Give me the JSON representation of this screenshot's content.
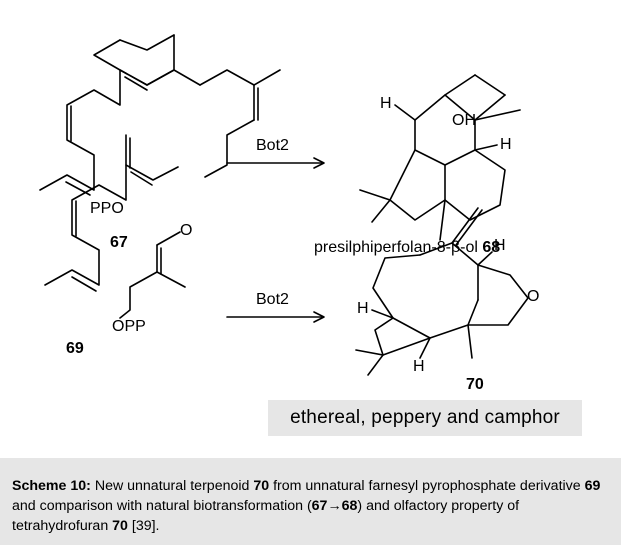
{
  "scheme": {
    "reaction1": {
      "substrate_number": "67",
      "substrate_group": "PPO",
      "enzyme": "Bot2",
      "product_name": "presilphiperfolan-8-β-ol",
      "product_number": "68",
      "product_atoms": {
        "h_left": "H",
        "oh": "OH",
        "h_right": "H"
      }
    },
    "reaction2": {
      "substrate_number": "69",
      "substrate_group": "OPP",
      "substrate_ether": "O",
      "enzyme": "Bot2",
      "product_number": "70",
      "product_atoms": {
        "h_top": "H",
        "h_left": "H",
        "h_bottom": "H",
        "o_ring": "O"
      },
      "odor": "ethereal, peppery and camphor"
    }
  },
  "caption": {
    "label": "Scheme 10:",
    "p1": " New unnatural terpenoid ",
    "n1": "70",
    "p2": " from unnatural farnesyl pyrophosphate derivative ",
    "n2": "69",
    "p3": " and comparison with natural biotransformation (",
    "n3": "67",
    "arrow": "→",
    "n4": "68",
    "p4": ") and olfactory property of tetrahydrofuran ",
    "n5": "70",
    "p5": " [39]."
  }
}
